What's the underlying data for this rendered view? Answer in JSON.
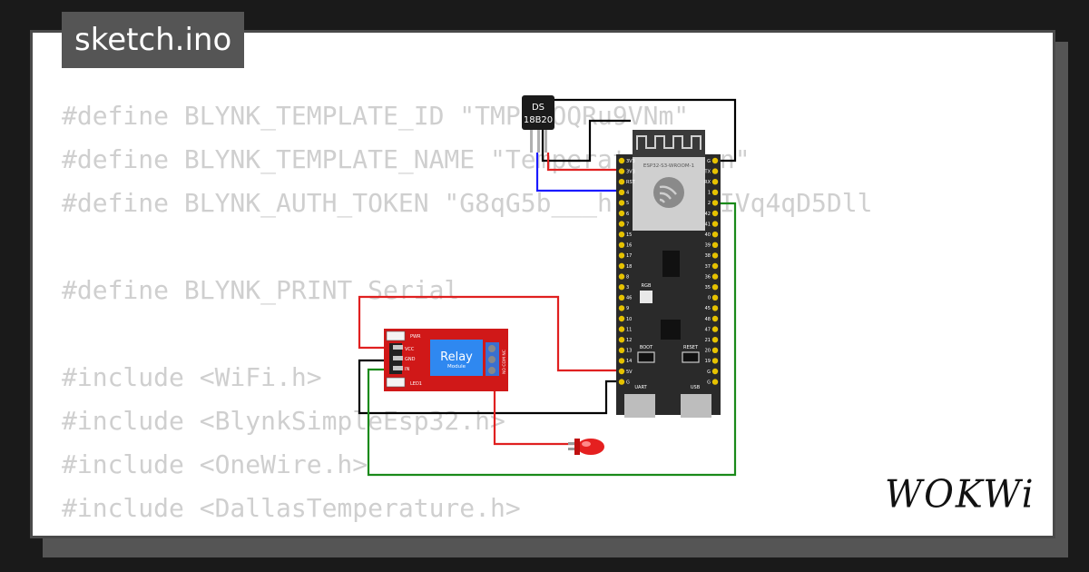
{
  "tab": {
    "title": "sketch.ino"
  },
  "code": {
    "lines": [
      "#define BLYNK_TEMPLATE_ID \"TMPL5OQRu9VNm\"",
      "#define BLYNK_TEMPLATE_NAME \"Temperature Fan\"",
      "#define BLYNK_AUTH_TOKEN \"G8qG5b___h-Nyw_FMIVq4qD5Dll",
      "",
      "#define BLYNK_PRINT Serial",
      "",
      "#include <WiFi.h>",
      "#include <BlynkSimpleEsp32.h>",
      "#include <OneWire.h>",
      "#include <DallasTemperature.h>"
    ]
  },
  "sensor": {
    "line1": "DS",
    "line2": "18B20"
  },
  "relay": {
    "title": "Relay",
    "subtitle": "Module",
    "pwr_label": "PWR",
    "led_label": "LED1",
    "pins": [
      "VCC",
      "GND",
      "IN"
    ],
    "terminals": "NO COM NC"
  },
  "board": {
    "module_label": "ESP32-S3-WROOM-1",
    "rgb_label": "RGB",
    "boot_label": "BOOT",
    "reset_label": "RESET",
    "uart_label": "UART",
    "usb_label": "USB",
    "left_pins": [
      "3V3",
      "3V3",
      "RST",
      "4",
      "5",
      "6",
      "7",
      "15",
      "16",
      "17",
      "18",
      "8",
      "3",
      "46",
      "9",
      "10",
      "11",
      "12",
      "13",
      "14",
      "5V",
      "G"
    ],
    "right_pins": [
      "G",
      "TX",
      "RX",
      "1",
      "2",
      "42",
      "41",
      "40",
      "39",
      "38",
      "37",
      "36",
      "35",
      "0",
      "45",
      "48",
      "47",
      "21",
      "20",
      "19",
      "G",
      "G"
    ]
  },
  "logo": {
    "text": "WOKWi"
  },
  "colors": {
    "wire_red": "#e02020",
    "wire_black": "#000000",
    "wire_blue": "#1a1aff",
    "wire_green": "#1a8a1a",
    "relay_board": "#d01818",
    "relay_body": "#2f88f0",
    "board": "#2a2a2a",
    "pin": "#e6c200"
  }
}
